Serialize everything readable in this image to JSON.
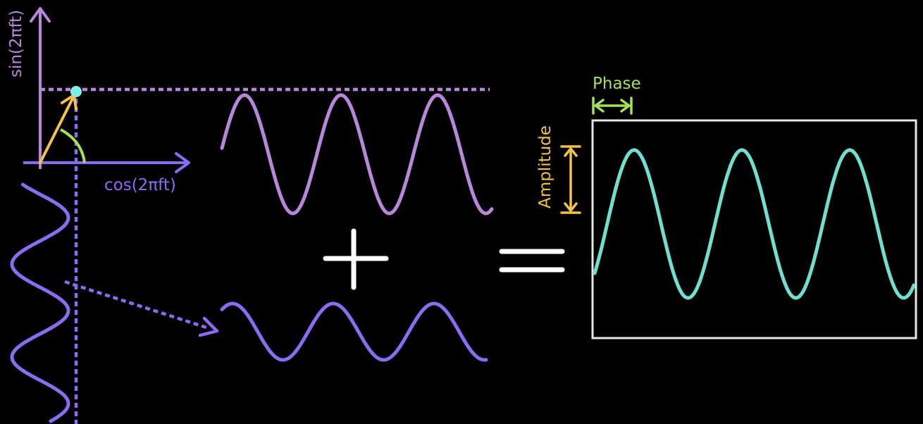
{
  "labels": {
    "sin_axis": "sin(2πft)",
    "cos_axis": "cos(2πft)",
    "phase": "Phase",
    "amplitude": "Amplitude"
  },
  "operators": {
    "plus": "+",
    "equals": "="
  },
  "colors": {
    "background": "#000000",
    "sine_wave": "#b987d9",
    "cosine_wave": "#8a6cf0",
    "result_wave": "#6fe0d0",
    "phasor": "#f2c14e",
    "angle_arc": "#a6e05a",
    "phase_marker": "#a6e05a",
    "amplitude_marker": "#f2c14e",
    "dot": "#7ff0e8",
    "frame": "#e6e6e6",
    "operator": "#ffffff"
  }
}
